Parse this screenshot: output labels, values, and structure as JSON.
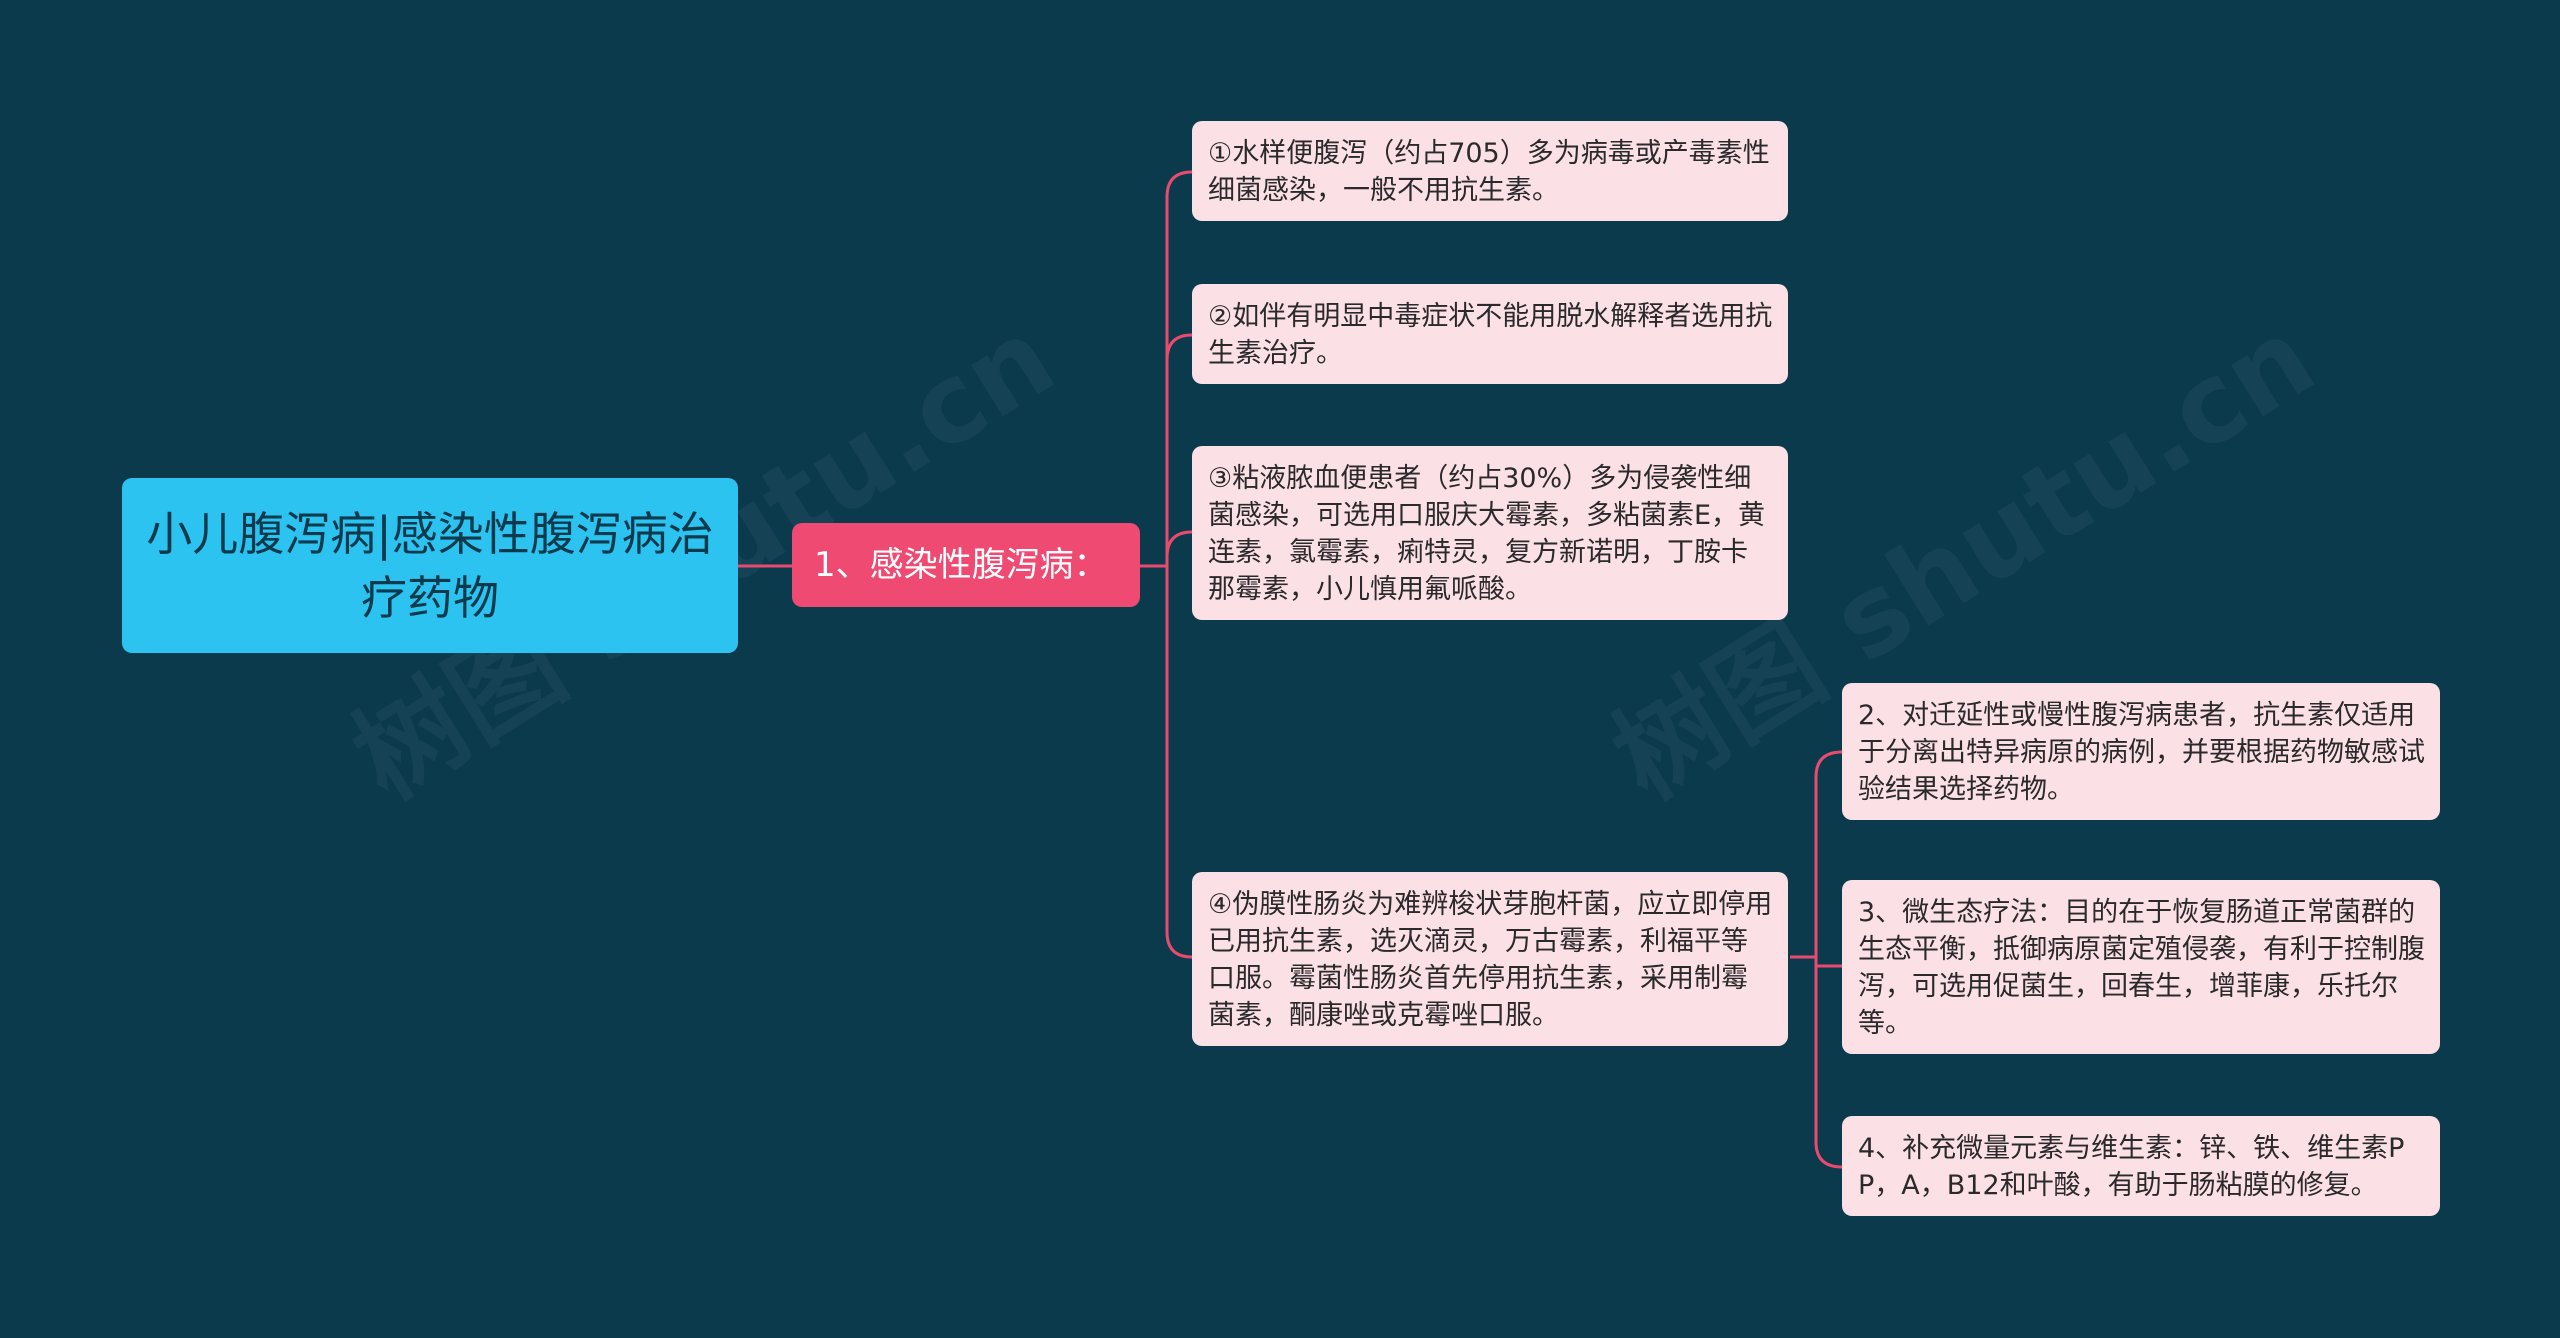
{
  "root": {
    "title": "小儿腹泻病|感染性腹泻病治疗药物"
  },
  "branch": {
    "label": "1、感染性腹泻病："
  },
  "leaves": [
    {
      "text": "①水样便腹泻（约占705）多为病毒或产毒素性细菌感染，一般不用抗生素。"
    },
    {
      "text": "②如伴有明显中毒症状不能用脱水解释者选用抗生素治疗。"
    },
    {
      "text": "③粘液脓血便患者（约占30%）多为侵袭性细菌感染，可选用口服庆大霉素，多粘菌素E，黄连素，氯霉素，痢特灵，复方新诺明，丁胺卡那霉素，小儿慎用氟哌酸。"
    },
    {
      "text": "④伪膜性肠炎为难辨梭状芽胞杆菌，应立即停用已用抗生素，选灭滴灵，万古霉素，利福平等口服。霉菌性肠炎首先停用抗生素，采用制霉菌素，酮康唑或克霉唑口服。"
    }
  ],
  "subleaves": [
    {
      "text": "2、对迁延性或慢性腹泻病患者，抗生素仅适用于分离出特异病原的病例，并要根据药物敏感试验结果选择药物。"
    },
    {
      "text": "3、微生态疗法：目的在于恢复肠道正常菌群的生态平衡，抵御病原菌定殖侵袭，有利于控制腹泻，可选用促菌生，回春生，增菲康，乐托尔等。"
    },
    {
      "text": "4、补充微量元素与维生素：锌、铁、维生素PP，A，B12和叶酸，有助于肠粘膜的修复。"
    }
  ],
  "watermarks": [
    "树图 shutu.cn",
    "树图 shutu.cn"
  ],
  "colors": {
    "background": "#0b3a4d",
    "root": "#2cc3f0",
    "branch": "#ee4a72",
    "leaf": "#fbe0e6",
    "connector": "#e94a6e"
  }
}
